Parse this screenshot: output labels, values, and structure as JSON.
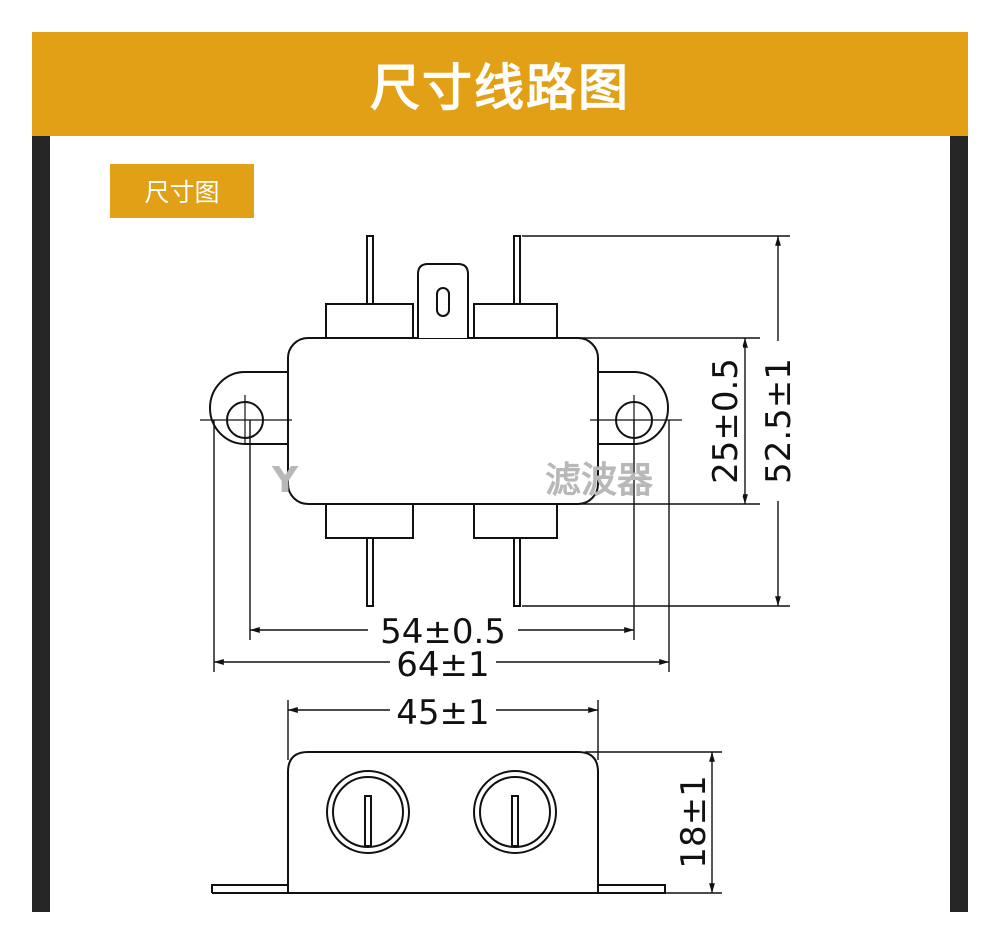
{
  "header": {
    "title": "尺寸线路图"
  },
  "section": {
    "label": "尺寸图"
  },
  "dimensions": {
    "hole_spacing": "54±0.5",
    "overall_width": "64±1",
    "body_length": "45±1",
    "body_width": "25±0.5",
    "terminal_length": "52.5±1",
    "height": "18±1"
  },
  "watermark": {
    "left": "Y",
    "right": "滤波器"
  },
  "colors": {
    "accent": "#e2a017",
    "rail": "#262626",
    "line": "#111111"
  }
}
